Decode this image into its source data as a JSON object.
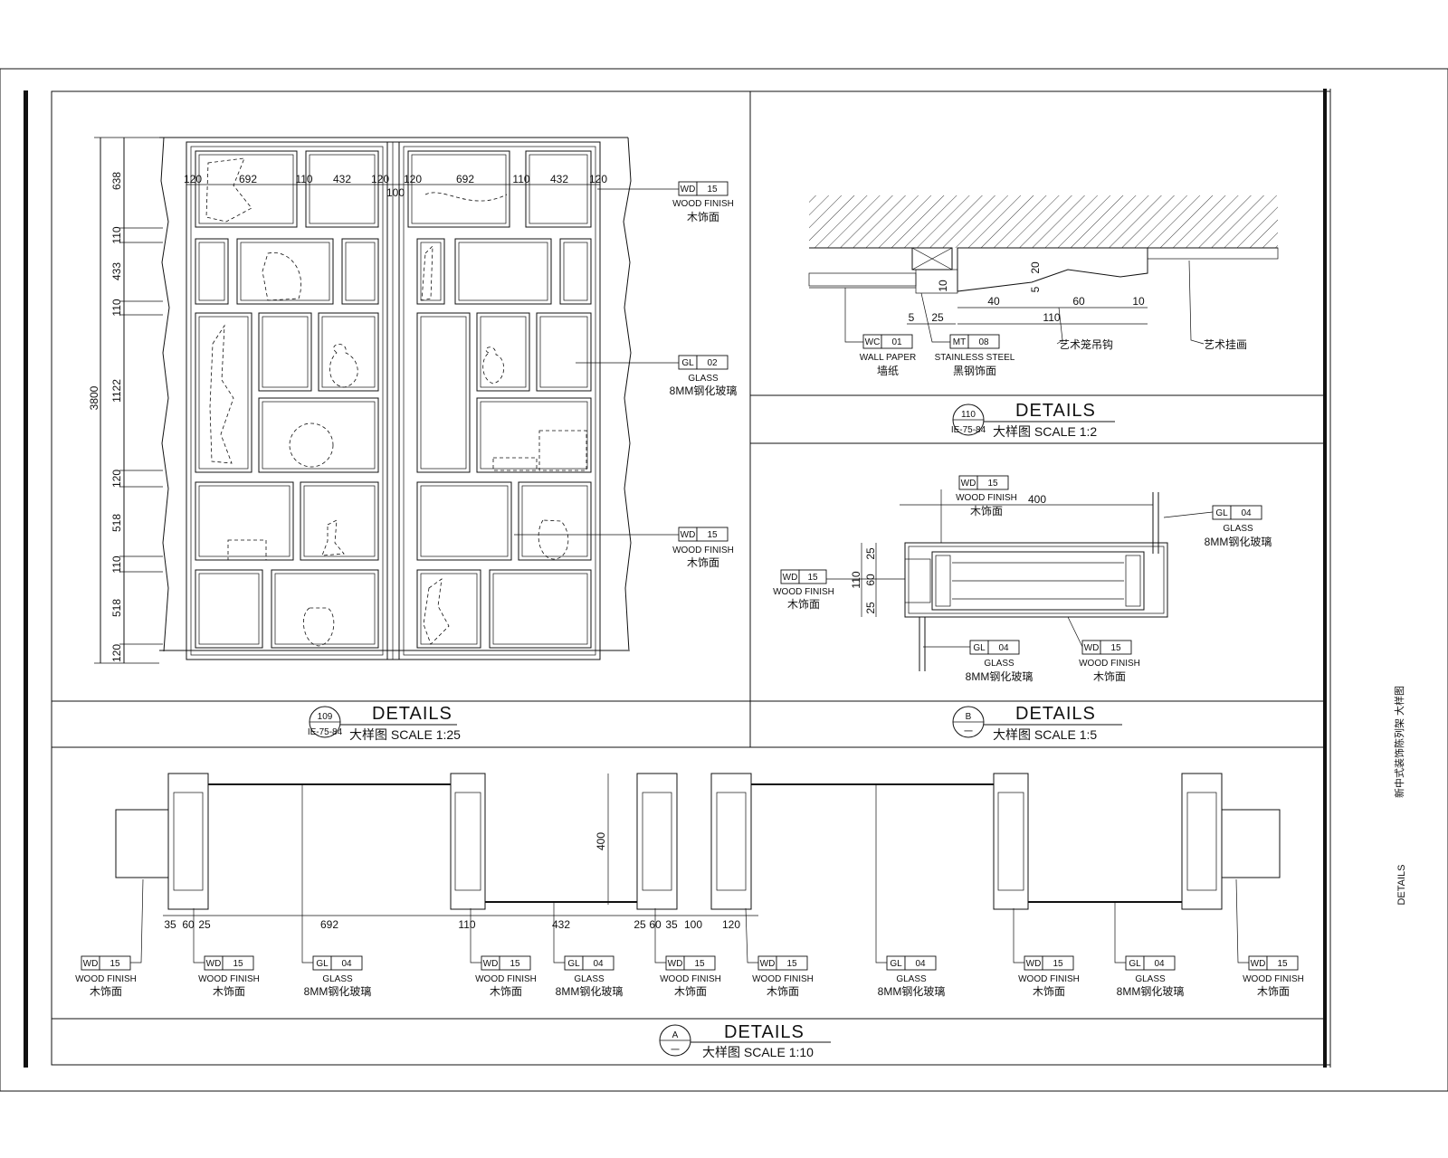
{
  "sheet": {
    "side_title_cn": "新中式装饰陈列架 大样图",
    "side_title_en": "DETAILS"
  },
  "panels": {
    "p109": {
      "number": "109",
      "ref": "IE-75-84",
      "title": "DETAILS",
      "subtitle": "大样图 SCALE 1:25"
    },
    "p110": {
      "number": "110",
      "ref": "IE-75-84",
      "title": "DETAILS",
      "subtitle": "大样图 SCALE 1:2"
    },
    "pB": {
      "number": "B",
      "ref": "一",
      "title": "DETAILS",
      "subtitle": "大样图 SCALE 1:5"
    },
    "pA": {
      "number": "A",
      "ref": "一",
      "title": "DETAILS",
      "subtitle": "大样图 SCALE 1:10"
    }
  },
  "dims": {
    "v109": [
      "638",
      "110",
      "433",
      "110",
      "1122",
      "120",
      "518",
      "110",
      "518",
      "120"
    ],
    "total109": "3800",
    "h109": [
      "120",
      "692",
      "110",
      "432",
      "120",
      "100",
      "120",
      "692",
      "110",
      "432",
      "120"
    ],
    "d110": [
      "40",
      "60",
      "10",
      "110",
      "5",
      "25",
      "10",
      "5",
      "20"
    ],
    "dB": [
      "400",
      "25",
      "60",
      "25",
      "110"
    ],
    "dA": [
      "35",
      "60",
      "25",
      "692",
      "110",
      "432",
      "25",
      "60",
      "35",
      "100",
      "120",
      "400"
    ]
  },
  "materials": {
    "wd15": {
      "code": "WD",
      "no": "15",
      "en": "WOOD FINISH",
      "cn": "木饰面"
    },
    "gl02": {
      "code": "GL",
      "no": "02",
      "en": "GLASS",
      "cn": "8MM钢化玻璃"
    },
    "gl04": {
      "code": "GL",
      "no": "04",
      "en": "GLASS",
      "cn": "8MM钢化玻璃"
    },
    "wc01": {
      "code": "WC",
      "no": "01",
      "en": "WALL PAPER",
      "cn": "墙纸"
    },
    "mt08": {
      "code": "MT",
      "no": "08",
      "en": "STAINLESS STEEL",
      "cn": "黑钢饰面"
    }
  },
  "notes": {
    "art_hook": "艺术笼吊钩",
    "art_hang": "艺术挂画"
  }
}
